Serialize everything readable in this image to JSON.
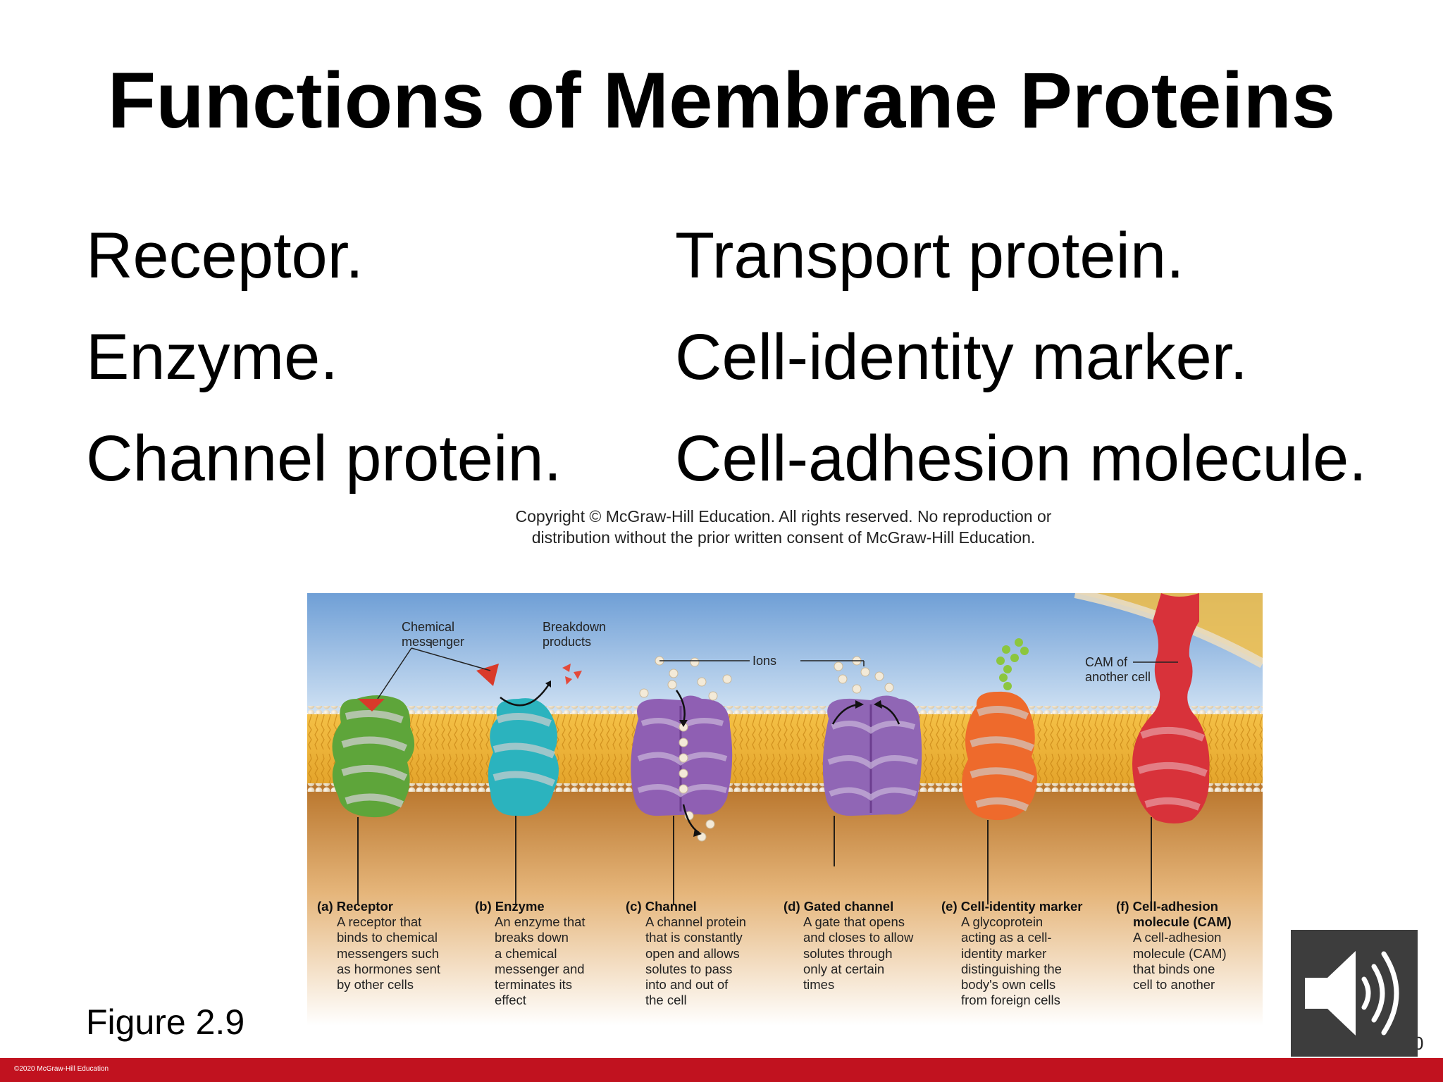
{
  "slide": {
    "title": "Functions of Membrane Proteins",
    "left_items": [
      "Receptor.",
      "Enzyme.",
      "Channel protein."
    ],
    "right_items": [
      "Transport protein.",
      "Cell-identity marker.",
      "Cell-adhesion molecule."
    ],
    "figure_number": "Figure 2.9",
    "page_number_fragment": "0"
  },
  "copyright": {
    "line1": "Copyright © McGraw-Hill Education. All rights reserved. No reproduction or",
    "line2": "distribution without the prior written consent of McGraw-Hill Education."
  },
  "figure": {
    "labels": {
      "chemical_messenger": [
        "Chemical",
        "messenger"
      ],
      "breakdown_products": [
        "Breakdown",
        "products"
      ],
      "ions": "Ions",
      "cam_other_cell": [
        "CAM of",
        "another cell"
      ]
    },
    "captions": [
      {
        "head": "(a) Receptor",
        "lines": [
          "A receptor that",
          "binds to chemical",
          "messengers such",
          "as hormones sent",
          "by other cells"
        ]
      },
      {
        "head": "(b) Enzyme",
        "lines": [
          "An enzyme that",
          "breaks down",
          "a chemical",
          "messenger and",
          "terminates its",
          "effect"
        ]
      },
      {
        "head": "(c) Channel",
        "lines": [
          "A channel protein",
          "that is constantly",
          "open and allows",
          "solutes to pass",
          "into and out of",
          "the cell"
        ]
      },
      {
        "head": "(d) Gated channel",
        "lines": [
          "A gate that opens",
          "and closes to allow",
          "solutes through",
          "only at certain",
          "times"
        ]
      },
      {
        "head": "(e) Cell-identity marker",
        "lines": [
          "A glycoprotein",
          "acting as a cell-",
          "identity marker",
          "distinguishing the",
          "body's own cells",
          "from foreign cells"
        ]
      },
      {
        "head": "(f) Cell-adhesion",
        "head2": "molecule (CAM)",
        "lines": [
          "A cell-adhesion",
          "molecule (CAM)",
          "that binds one",
          "cell to another"
        ]
      }
    ],
    "colors": {
      "receptor": "#5ea53a",
      "enzyme": "#2bb3be",
      "channel": "#8f5fb3",
      "gated_channel": "#9066b5",
      "identity_marker": "#ee6a2c",
      "cam": "#d8323a"
    }
  },
  "audio": {
    "icon": "speaker-icon"
  },
  "footer": {
    "text": "©2020 McGraw-Hill Education",
    "color": "#c1121f"
  }
}
